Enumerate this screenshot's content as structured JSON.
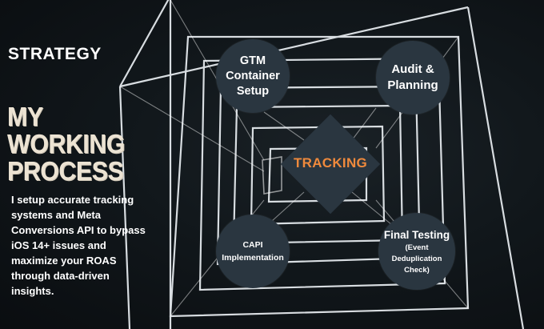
{
  "header": {
    "strategy_label": "STRATEGY"
  },
  "title": {
    "line1": "MY WORKING",
    "line2": "PROCESS"
  },
  "description": "I setup accurate tracking systems and Meta Conversions API to bypass iOS 14+ issues and maximize your ROAS through data-driven insights.",
  "center": {
    "label": "TRACKING"
  },
  "steps": {
    "gtm": {
      "line1": "GTM",
      "line2": "Container",
      "line3": "Setup"
    },
    "audit": {
      "line1": "Audit &",
      "line2": "Planning"
    },
    "capi": {
      "line1": "CAPI",
      "line2": "Implementation"
    },
    "final": {
      "title": "Final Testing",
      "sub1": "(Event",
      "sub2": "Deduplication",
      "sub3": "Check)"
    }
  },
  "colors": {
    "accent": "#f08a3c",
    "node_fill": "#2a3640",
    "title": "#ece3d3",
    "text": "#ffffff"
  }
}
